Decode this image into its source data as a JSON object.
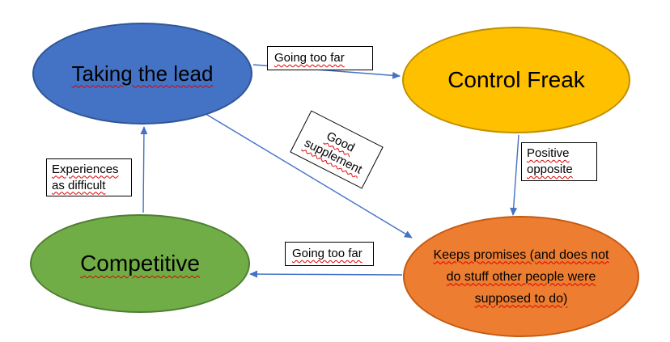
{
  "diagram": {
    "background": "#FFFFFF",
    "colors": {
      "arrow": "#4472C4",
      "label_box_bg": "#FFFFFF",
      "label_box_border": "#000000",
      "spellcheck_underline": "#E00000",
      "node_text": "#000000"
    },
    "nodes": {
      "taking_the_lead": {
        "label": "Taking the lead",
        "fill": "#4472C4",
        "border": "#2F5597"
      },
      "control_freak": {
        "label": "Control Freak",
        "fill": "#FFC000",
        "border": "#BF9000"
      },
      "competitive": {
        "label": "Competitive",
        "fill": "#70AD47",
        "border": "#507E32"
      },
      "keeps_promises": {
        "lines": [
          "Keeps promises (and does not",
          "do stuff other people were",
          "supposed to do)"
        ],
        "fill": "#ED7D31",
        "border": "#C55A11"
      }
    },
    "edges": {
      "taking_lead_to_control_freak": {
        "label": "Going too far"
      },
      "control_freak_to_keeps_promises": {
        "lines": [
          "Positive",
          "opposite"
        ]
      },
      "keeps_promises_to_competitive": {
        "label": "Going too far"
      },
      "competitive_to_taking_lead": {
        "lines": [
          "Experiences",
          "as difficult"
        ]
      },
      "taking_lead_to_keeps_promises": {
        "lines": [
          "Good",
          "supplement"
        ]
      }
    }
  }
}
